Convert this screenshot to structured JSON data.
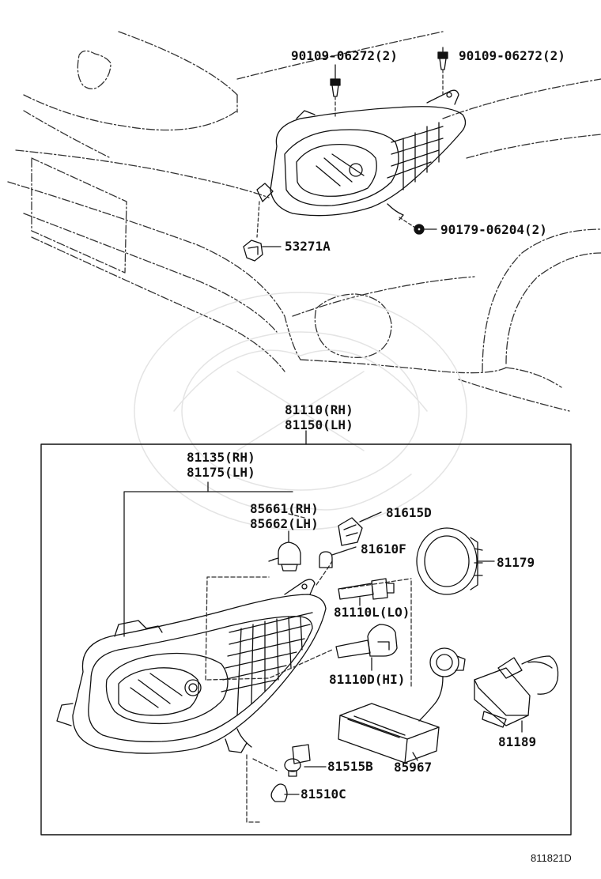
{
  "diagram": {
    "figure_id": "811821D",
    "top_labels": {
      "bolt_left": "90109-06272(2)",
      "bolt_right": "90109-06272(2)",
      "nut": "90179-06204(2)",
      "clip": "53271A"
    },
    "assembly": {
      "rh": "81110(RH)",
      "lh": "81150(LH)"
    },
    "parts": {
      "housing_rh": "81135(RH)",
      "housing_lh": "81175(LH)",
      "bulb_85661": "85661(RH)",
      "bulb_85662": "85662(LH)",
      "socket_81615d": "81615D",
      "bulb_81610f": "81610F",
      "cover_81179": "81179",
      "bulb_lo": "81110L(LO)",
      "bulb_hi": "81110D(HI)",
      "computer_81189": "81189",
      "ballast_85967": "85967",
      "socket_81515b": "81515B",
      "bulb_81510c": "81510C"
    }
  }
}
